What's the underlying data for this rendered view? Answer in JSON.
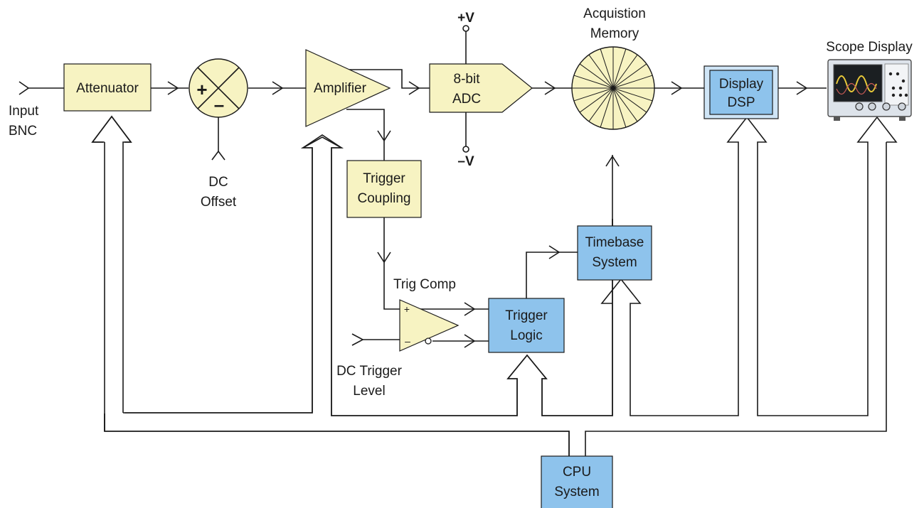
{
  "colors": {
    "yellow_block": "#f7f3c2",
    "blue_block": "#8ec3ec",
    "stroke": "#1a1a1a",
    "background": "#ffffff"
  },
  "labels": {
    "input_line1": "Input",
    "input_line2": "BNC",
    "attenuator": "Attenuator",
    "summer_plus": "+",
    "summer_minus": "–",
    "dc_offset_line1": "DC",
    "dc_offset_line2": "Offset",
    "amplifier": "Amplifier",
    "adc_line1": "8-bit",
    "adc_line2": "ADC",
    "plus_v": "+V",
    "minus_v": "–V",
    "acq_memory_line1": "Acquistion",
    "acq_memory_line2": "Memory",
    "display_dsp_line1": "Display",
    "display_dsp_line2": "DSP",
    "scope_display": "Scope Display",
    "trigger_coupling_line1": "Trigger",
    "trigger_coupling_line2": "Coupling",
    "trig_comp": "Trig Comp",
    "comp_plus": "+",
    "comp_minus": "–",
    "dc_trigger_line1": "DC Trigger",
    "dc_trigger_line2": "Level",
    "trigger_logic_line1": "Trigger",
    "trigger_logic_line2": "Logic",
    "timebase_line1": "Timebase",
    "timebase_line2": "System",
    "cpu_line1": "CPU",
    "cpu_line2": "System"
  },
  "icons": {
    "scope_display": "oscilloscope-icon",
    "acquisition_memory": "segmented-memory-circle-icon"
  }
}
